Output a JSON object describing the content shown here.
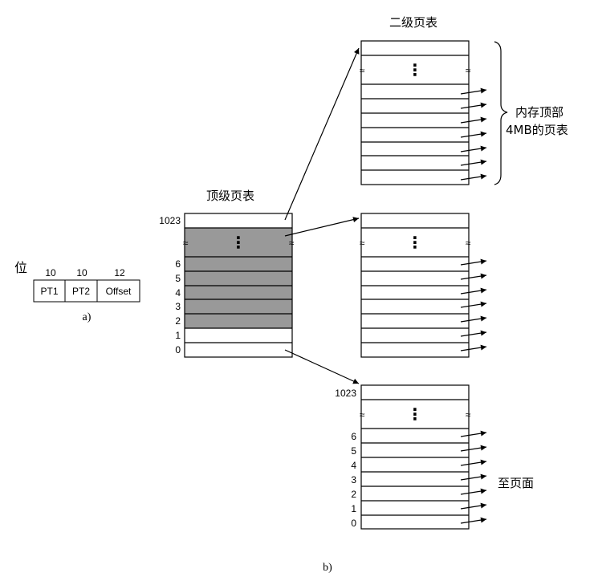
{
  "part_a": {
    "bits_label": "位",
    "field_widths": [
      "10",
      "10",
      "12"
    ],
    "fields": [
      "PT1",
      "PT2",
      "Offset"
    ],
    "caption": "a)"
  },
  "part_b": {
    "top_table_title": "顶级页表",
    "second_level_title": "二级页表",
    "brace_label_line1": "内存顶部",
    "brace_label_line2": "4MB的页表",
    "to_pages_label": "至页面",
    "caption": "b)",
    "top_table_index_labels": [
      "1023",
      "6",
      "5",
      "4",
      "3",
      "2",
      "1",
      "0"
    ],
    "bottom_table_index_labels": [
      "1023",
      "6",
      "5",
      "4",
      "3",
      "2",
      "1",
      "0"
    ],
    "ellipsis": "⋮",
    "break_mark": "≈"
  },
  "colors": {
    "line": "#000000",
    "shaded_entries": "#999999",
    "background": "#ffffff"
  }
}
